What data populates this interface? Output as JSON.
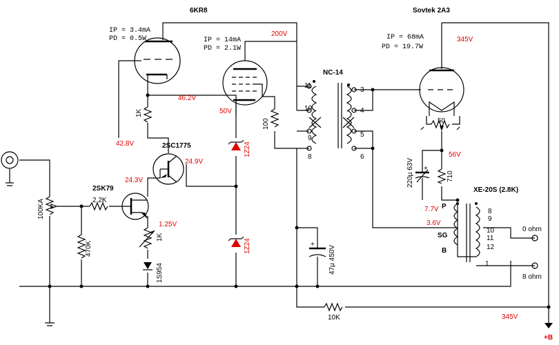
{
  "tubes": {
    "driver": {
      "name": "6KR8",
      "triode": {
        "ip": "IP = 3.4mA",
        "pd": "PD = 0.5W"
      },
      "pentode": {
        "ip": "IP = 14mA",
        "pd": "PD = 2.1W"
      }
    },
    "output": {
      "name": "Sovtek 2A3",
      "ip": "IP = 68mA",
      "pd": "PD = 19.7W"
    }
  },
  "transformers": {
    "interstage": {
      "name": "NC-14",
      "pins": [
        "11",
        "10",
        "9",
        "8",
        "3",
        "4",
        "5",
        "6"
      ]
    },
    "output": {
      "name": "XE-20S (2.8K)",
      "pins": [
        "P",
        "SG",
        "B",
        "8",
        "9",
        "10",
        "11",
        "12",
        "1"
      ]
    }
  },
  "semiconductors": {
    "fet": "2SK79",
    "bjt": "2SC1775",
    "diode": "1S954",
    "zener_top": "1Z24",
    "zener_bottom": "1Z24"
  },
  "components": {
    "volume": "100KA",
    "gate_res": "2.2K",
    "gate_leak": "470K",
    "source_res": "1K",
    "collector_res": "1K",
    "plate_stop": "100",
    "hum_pot": "50",
    "cathode_res": "710",
    "cathode_cap": "220μ 63V",
    "filter_cap": "47μ 450V",
    "feed_res": "10K"
  },
  "voltages": {
    "v200": "200V",
    "v345_top": "345V",
    "v46_2": "46.2V",
    "v50": "50V",
    "v42_8": "42.8V",
    "v24_9": "24.9V",
    "v24_3": "24.3V",
    "v1_25": "1.25V",
    "v56": "56V",
    "v7_7": "7.7V",
    "v3_6": "3.6V",
    "v345_bottom": "345V"
  },
  "outputs": {
    "ohm0": "0 ohm",
    "ohm8": "8 ohm"
  },
  "supply": "+B"
}
